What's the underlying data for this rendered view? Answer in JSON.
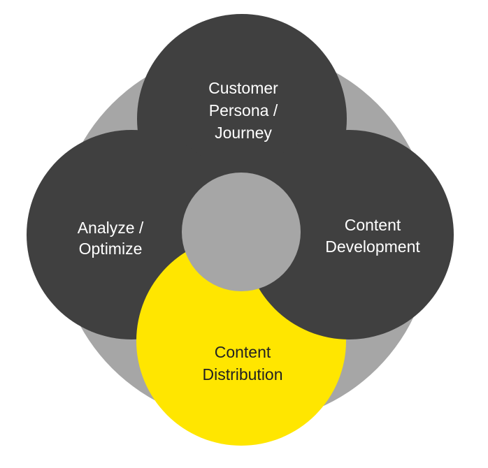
{
  "colors": {
    "outer_ring": "#a6a6a6",
    "dark_circle": "#404040",
    "highlight_circle": "#ffe600",
    "center_circle": "#a6a6a6",
    "light_text": "#ffffff",
    "dark_text": "#222222",
    "background": "#ffffff"
  },
  "stages": {
    "top": {
      "line1": "Customer",
      "line2": "Persona /",
      "line3": "Journey"
    },
    "left": {
      "line1": "Analyze /",
      "line2": "Optimize"
    },
    "right": {
      "line1": "Content",
      "line2": "Development"
    },
    "bottom": {
      "line1": "Content",
      "line2": "Distribution"
    }
  }
}
